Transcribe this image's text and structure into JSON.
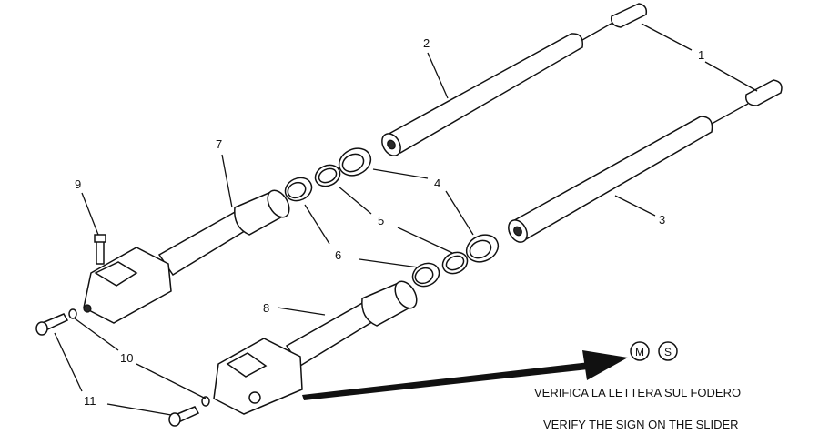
{
  "callouts": {
    "c1": "1",
    "c2": "2",
    "c3": "3",
    "c4": "4",
    "c5": "5",
    "c6": "6",
    "c7": "7",
    "c8": "8",
    "c9": "9",
    "c10": "10",
    "c11": "11"
  },
  "marks": {
    "m": "M",
    "s": "S"
  },
  "notes": {
    "italian": "VERIFICA LA LETTERA SUL FODERO",
    "english": "VERIFY THE SIGN ON THE SLIDER"
  }
}
